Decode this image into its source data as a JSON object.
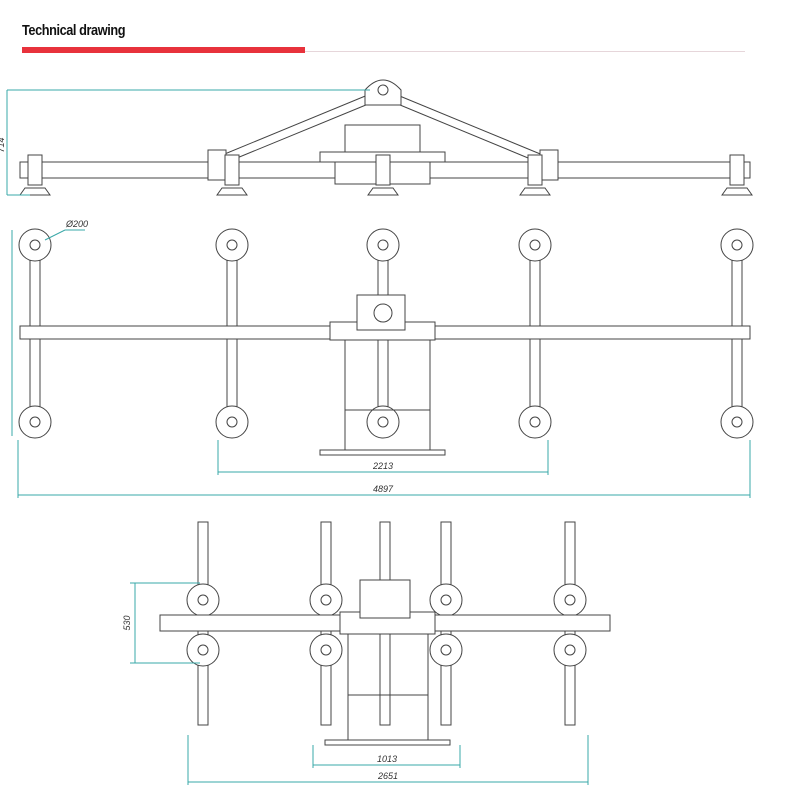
{
  "header": {
    "title": "Technical drawing",
    "accent_color": "#e8323c"
  },
  "drawing": {
    "side_view": {
      "height_dim": "714"
    },
    "top_view": {
      "cup_diameter": "Ø200",
      "inner_width": "2213",
      "overall_width": "4897"
    },
    "folded_view": {
      "cup_spacing": "530",
      "inner_width": "1013",
      "overall_width": "2651"
    }
  }
}
